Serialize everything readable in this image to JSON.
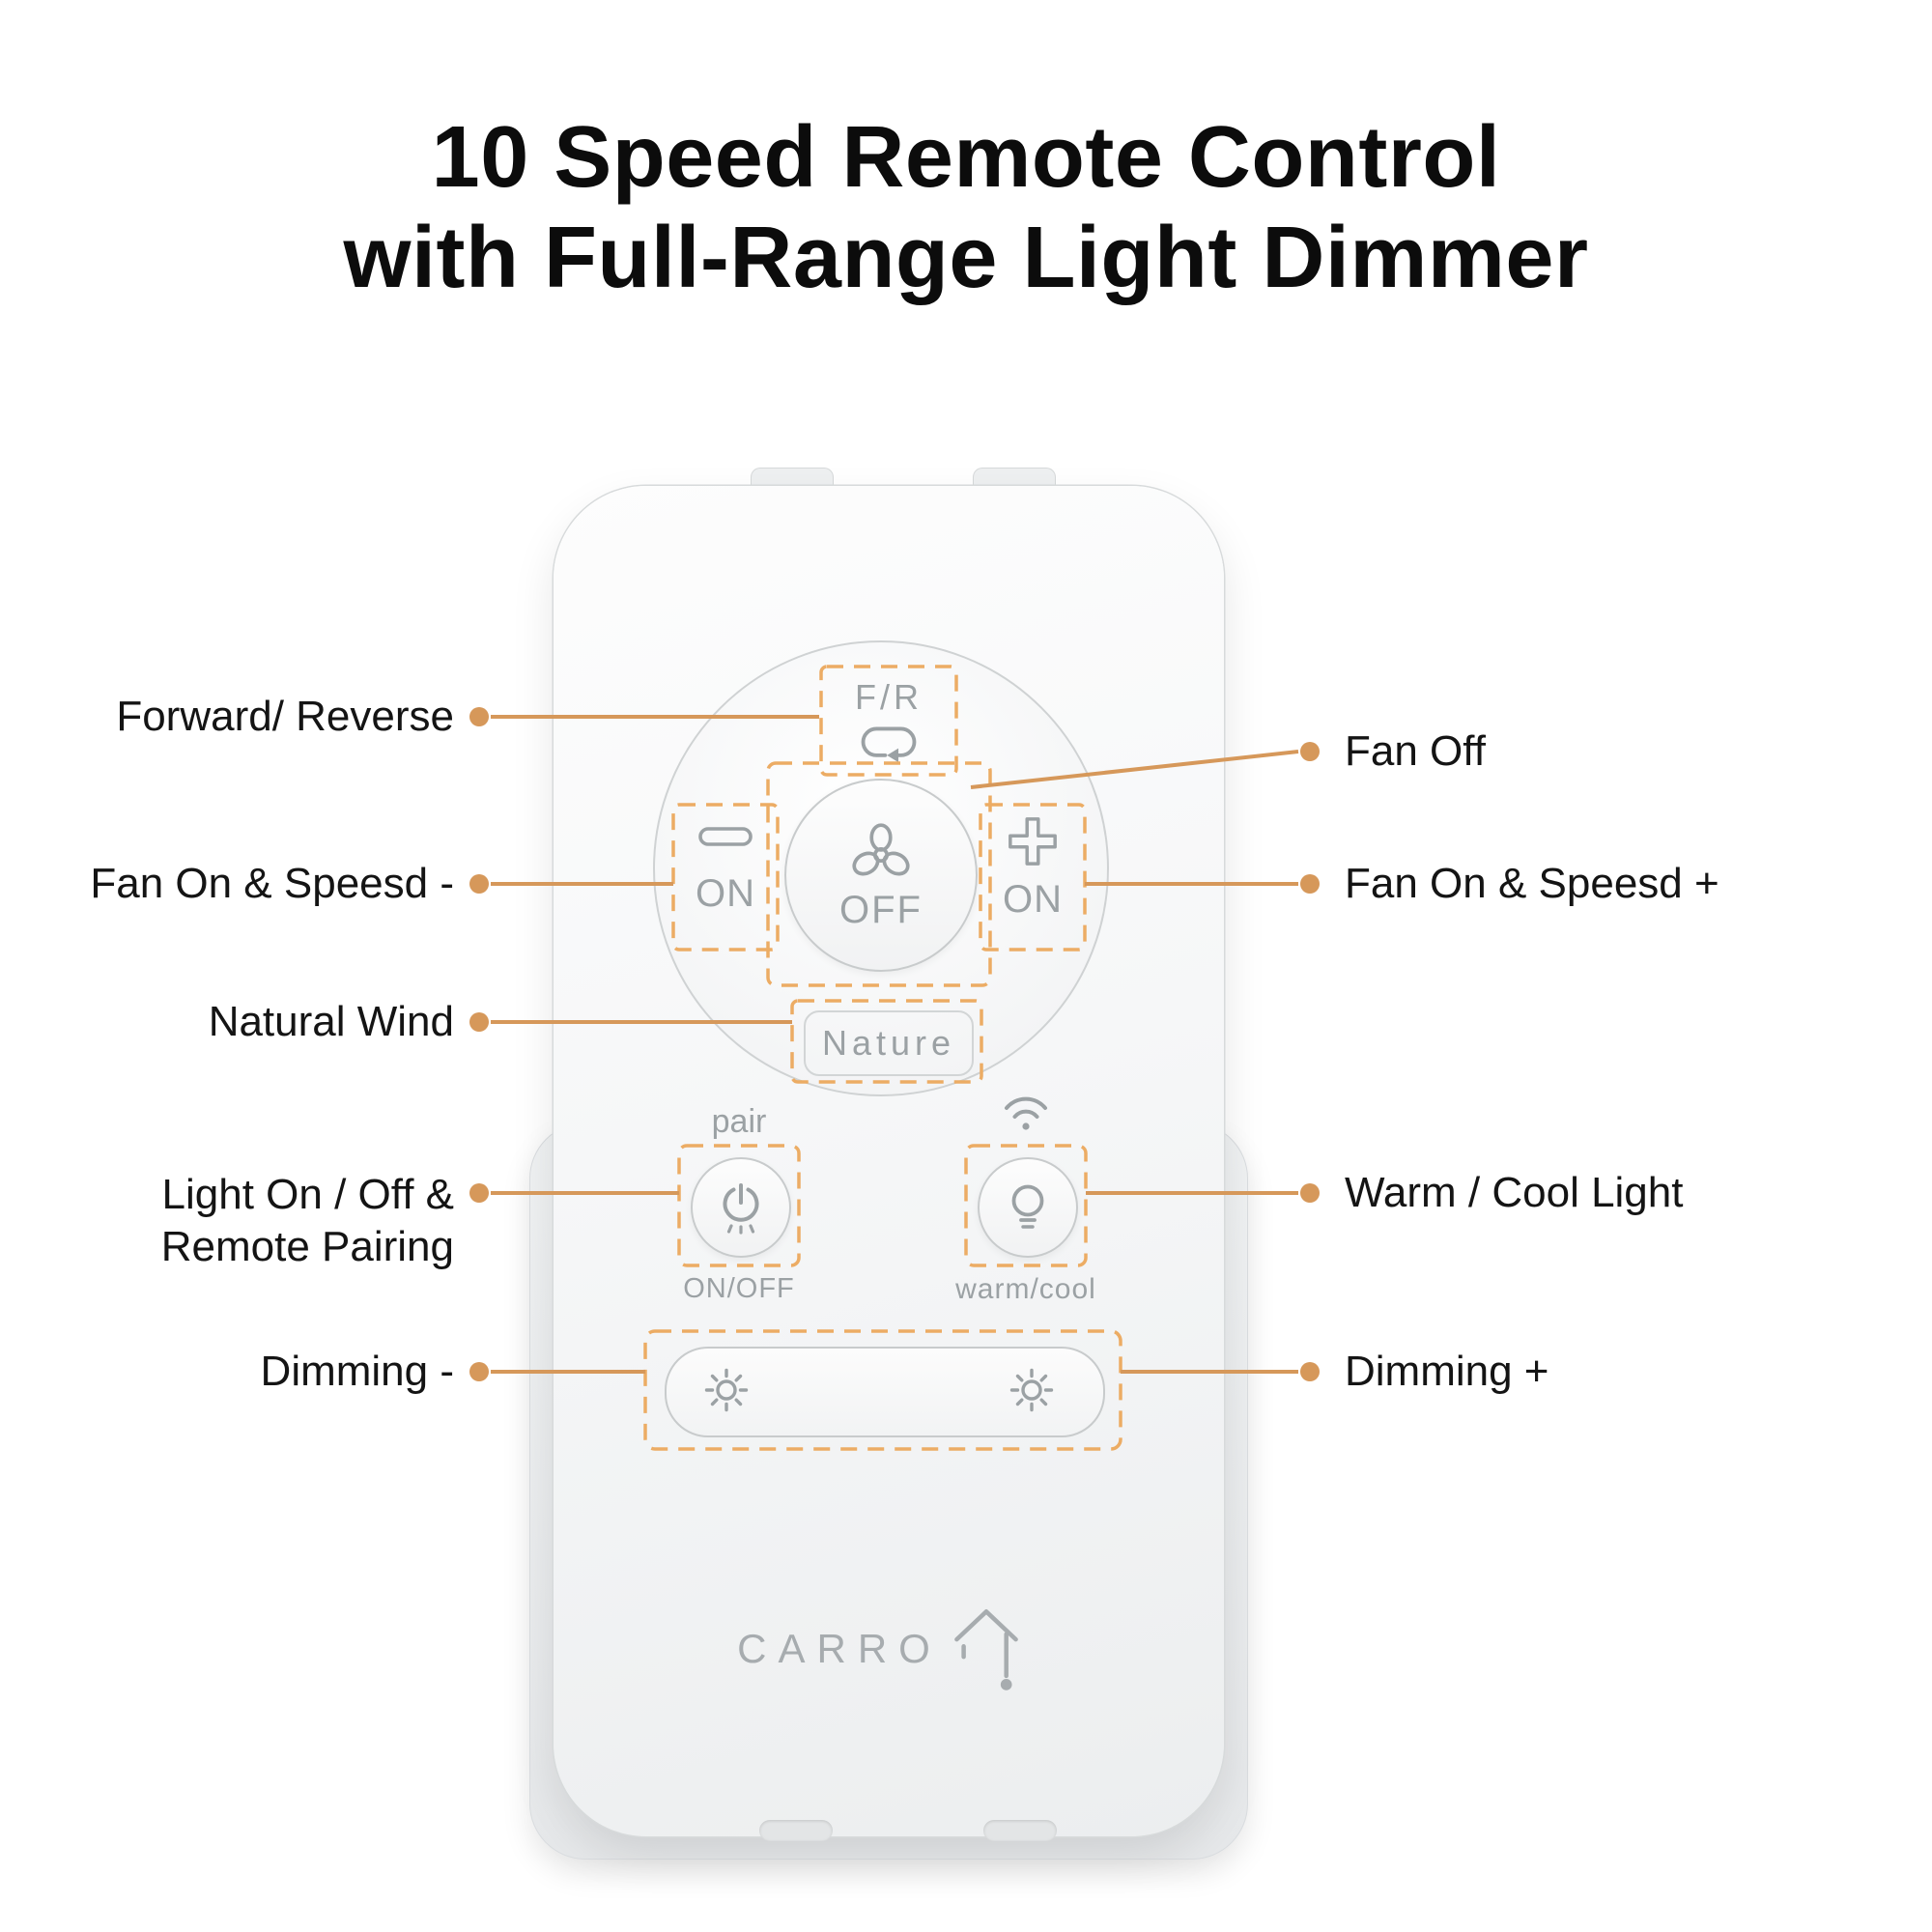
{
  "title": {
    "line1": "10 Speed Remote Control",
    "line2": "with Full-Range Light Dimmer"
  },
  "colors": {
    "accent": "#D6985A",
    "dash": "#ECAC64",
    "ink": "#141414",
    "remote_label": "#9BA1A4"
  },
  "remote": {
    "brand": "CARRO",
    "fr_label": "F/R",
    "fan_minus_label": "ON",
    "fan_off_label": "OFF",
    "fan_plus_label": "ON",
    "nature_label": "Nature",
    "pair_label": "pair",
    "onoff_label": "ON/OFF",
    "warmcool_label": "warm/cool"
  },
  "annotations": {
    "left": [
      {
        "label": "Forward/ Reverse"
      },
      {
        "label": "Fan On & Speesd -"
      },
      {
        "label": "Natural Wind"
      },
      {
        "label": "Light On / Off &",
        "label2": "Remote Pairing"
      },
      {
        "label": "Dimming -"
      }
    ],
    "right": [
      {
        "label": "Fan Off"
      },
      {
        "label": "Fan On & Speesd +"
      },
      {
        "label": "Warm / Cool Light"
      },
      {
        "label": "Dimming +"
      }
    ]
  }
}
